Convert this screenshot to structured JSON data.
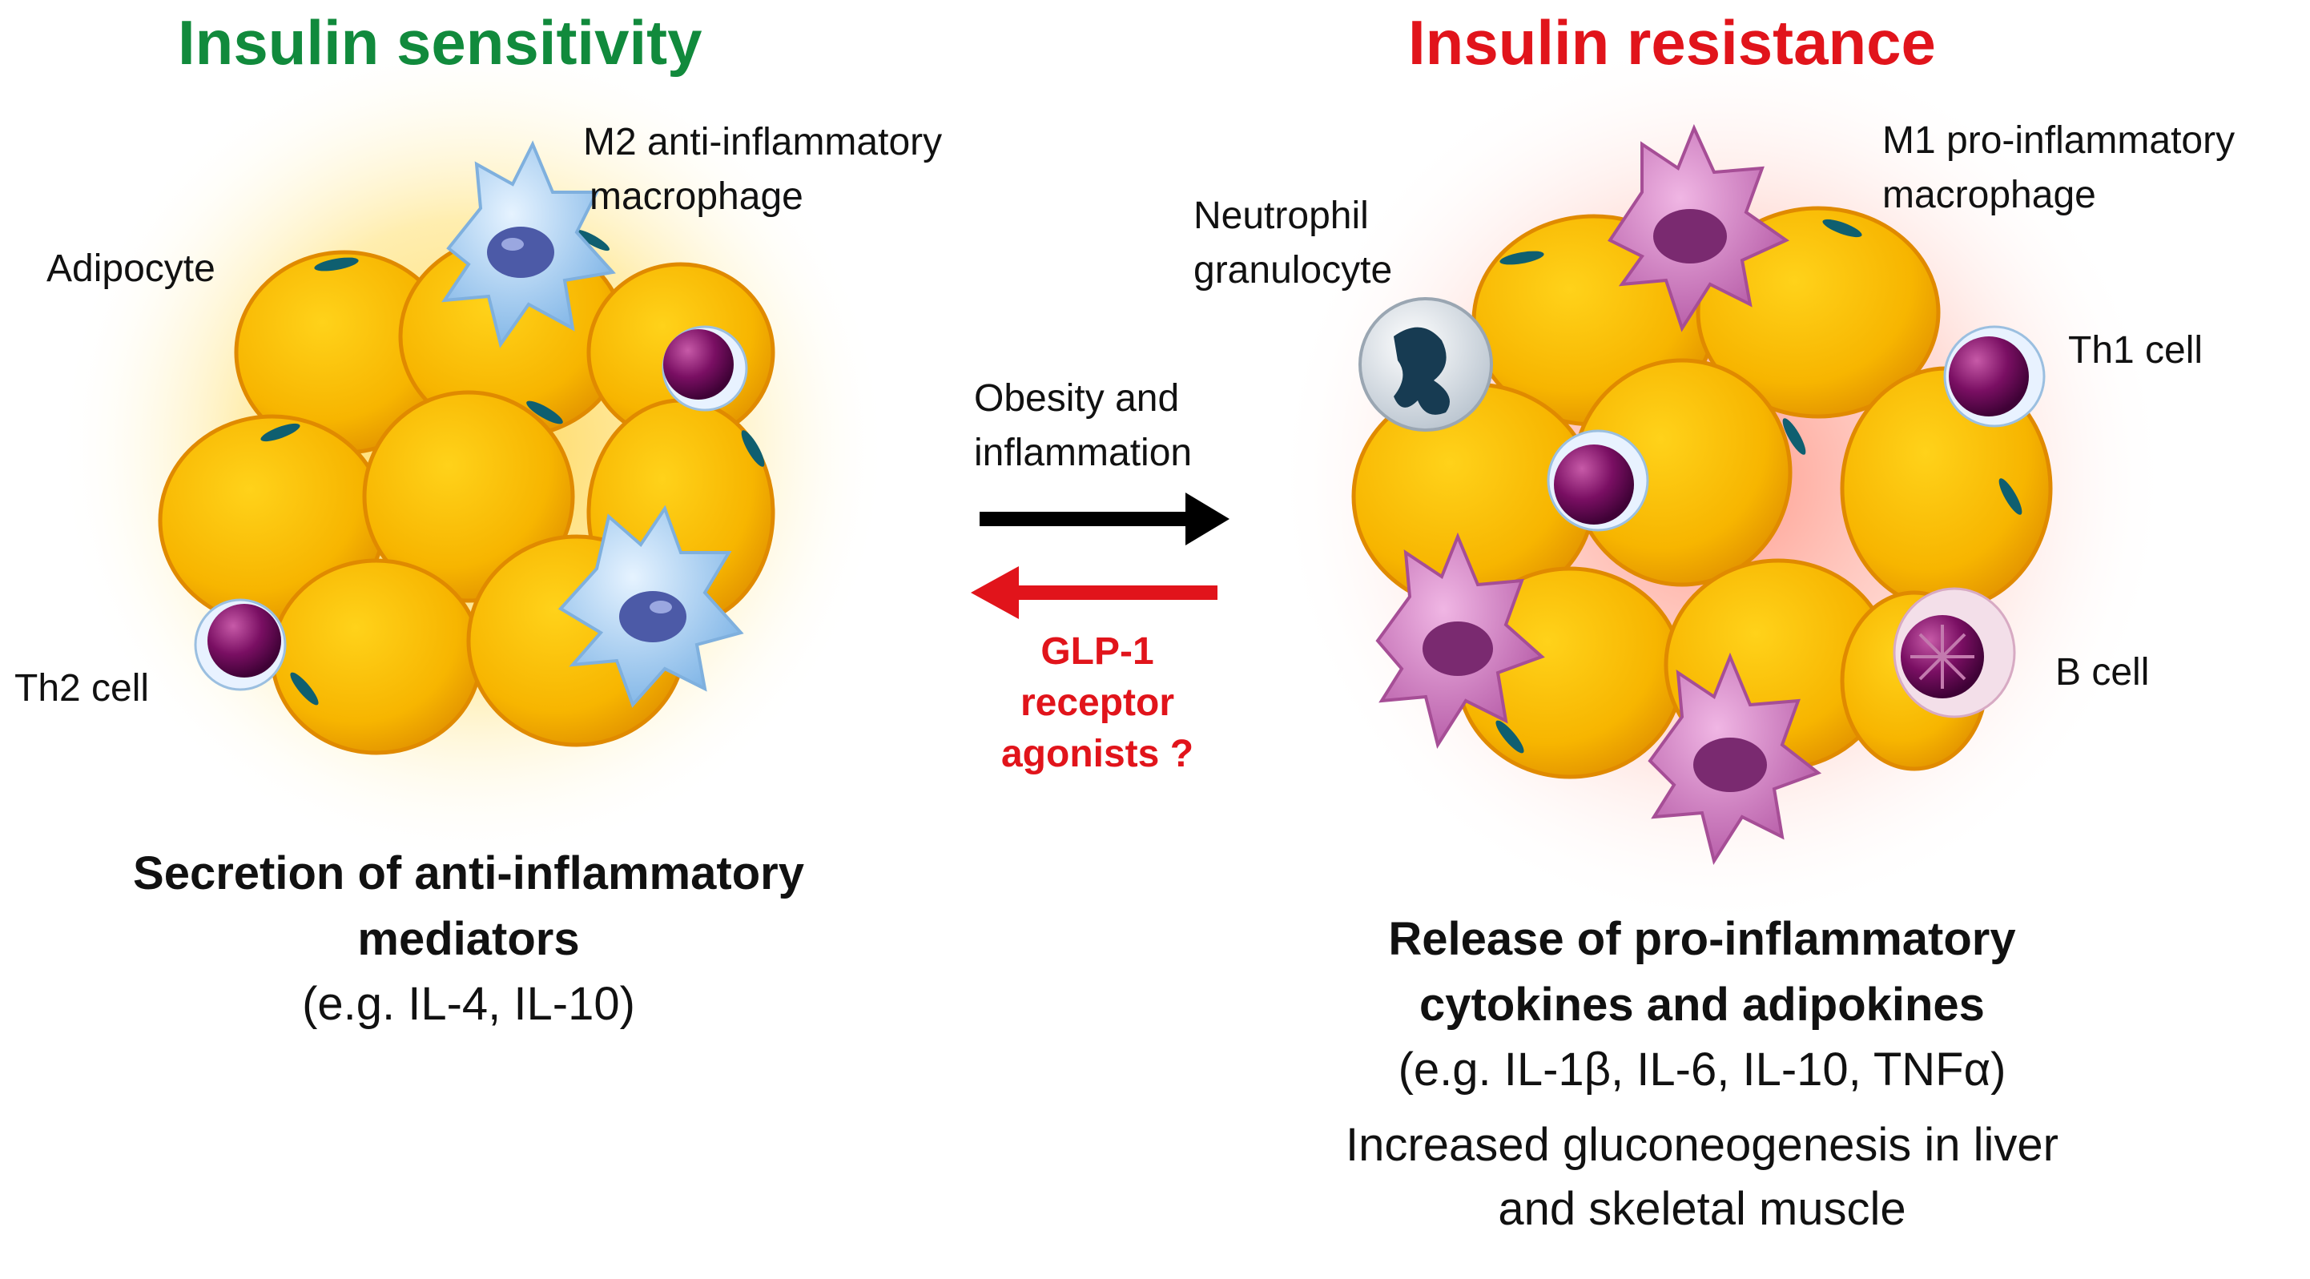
{
  "left_panel": {
    "title": "Insulin sensitivity",
    "title_color": "#118a3c",
    "labels": {
      "m2": [
        "M2 anti-inflammatory",
        "macrophage"
      ],
      "adipocyte": "Adipocyte",
      "th2": "Th2 cell"
    },
    "caption": {
      "bold": [
        "Secretion of anti-inflammatory",
        "mediators"
      ],
      "normal": "(e.g. IL-4, IL-10)"
    }
  },
  "right_panel": {
    "title": "Insulin resistance",
    "title_color": "#e1141b",
    "labels": {
      "m1": [
        "M1 pro-inflammatory",
        "macrophage"
      ],
      "neutrophil": [
        "Neutrophil",
        "granulocyte"
      ],
      "th1": "Th1 cell",
      "bcell": "B cell"
    },
    "caption": {
      "bold": [
        "Release of pro-inflammatory",
        "cytokines and adipokines"
      ],
      "normal": "(e.g. IL-1β, IL-6, IL-10, TNFα)",
      "extra": [
        "Increased gluconeogenesis in liver",
        "and skeletal muscle"
      ]
    }
  },
  "middle": {
    "forward_label": [
      "Obesity and",
      "inflammation"
    ],
    "reverse_label": [
      "GLP-1",
      "receptor",
      "agonists ?"
    ],
    "forward_color": "#000000",
    "reverse_color": "#e1141b"
  }
}
